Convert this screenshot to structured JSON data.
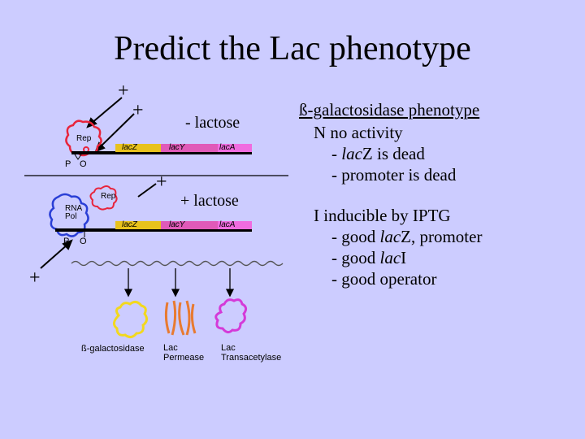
{
  "slide": {
    "title": "Predict the Lac phenotype"
  },
  "left_diagram": {
    "plus_marks": [
      "+",
      "+",
      "+",
      "+"
    ],
    "minus_lactose": "- lactose",
    "plus_lactose": "+ lactose",
    "panel1": {
      "rep_label": "Rep",
      "genes": [
        "lacZ",
        "lacY",
        "lacA"
      ],
      "p_label": "P",
      "o_label": "O"
    },
    "panel2": {
      "rnapol_label1": "RNA",
      "rnapol_label2": "Pol",
      "rep_label": "Rep",
      "genes": [
        "lacZ",
        "lacY",
        "lacA"
      ],
      "p_label": "P",
      "o_label": "O"
    },
    "products": [
      {
        "line1": "ß-galactosidase",
        "line2": ""
      },
      {
        "line1": "Lac",
        "line2": "Permease"
      },
      {
        "line1": "Lac",
        "line2": "Transacetylase"
      }
    ],
    "colors": {
      "rep": "#e8243c",
      "rnapol": "#2a3fd6",
      "lacZ": "#e8c21c",
      "lacY": "#e05ab8",
      "lacA": "#f06ce0",
      "bgal": "#f2d81e",
      "permease": "#e87a30",
      "transacetylase": "#d43ad8"
    }
  },
  "right_panel": {
    "heading": "ß-galactosidase phenotype",
    "n_letter": "N",
    "n_text": "no activity",
    "n_lines": [
      {
        "dash": "- ",
        "em": "lac",
        "rest": "Z is dead"
      },
      {
        "dash": "- ",
        "em": "",
        "rest": "promoter is dead"
      }
    ],
    "i_letter": "I",
    "i_text": "inducible by IPTG",
    "i_lines": [
      {
        "pre": "- good ",
        "em": "lac",
        "post": "Z, promoter"
      },
      {
        "pre": "- good ",
        "em": "lac",
        "post": "I"
      },
      {
        "pre": "- good operator",
        "em": "",
        "post": ""
      }
    ]
  }
}
